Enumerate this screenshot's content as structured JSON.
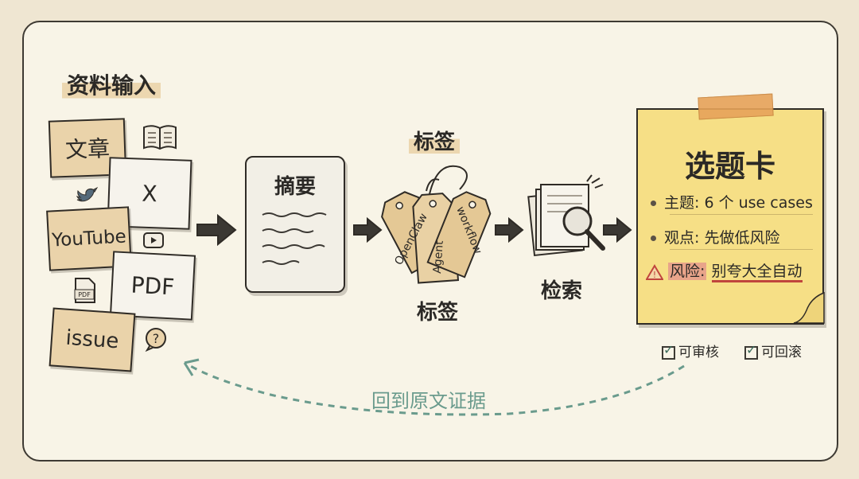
{
  "input": {
    "title": "资料输入",
    "sources": [
      "文章",
      "X",
      "YouTube",
      "PDF",
      "issue"
    ]
  },
  "summary": {
    "title": "摘要"
  },
  "tags": {
    "title_top": "标签",
    "title_bottom": "标签",
    "items": [
      "OpenClaw",
      "Agent",
      "workflow"
    ]
  },
  "search": {
    "label": "检索"
  },
  "topic_card": {
    "title": "选题卡",
    "rows": [
      {
        "key": "主题:",
        "value": "6 个 use cases"
      },
      {
        "key": "观点:",
        "value": "先做低风险"
      },
      {
        "key": "风险:",
        "value": "别夸大全自动"
      }
    ],
    "checks": [
      "可审核",
      "可回滚"
    ]
  },
  "feedback": {
    "label": "回到原文证据"
  },
  "colors": {
    "paper": "#f8f4e7",
    "card": "#ead3aa",
    "topic": "#f6df86",
    "tape": "#e7a35a",
    "accent_green": "#6a9b8d",
    "risk": "#c0453d"
  }
}
